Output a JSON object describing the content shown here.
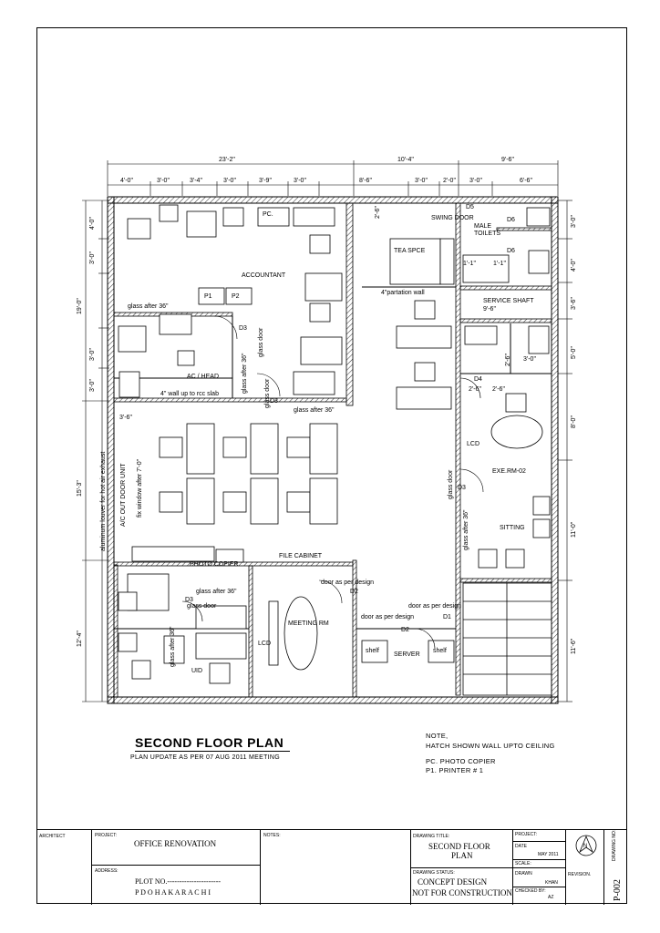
{
  "plan": {
    "title": "SECOND FLOOR PLAN",
    "subtitle": "PLAN UPDATE AS PER 07 AUG 2011 MEETING",
    "notes": {
      "heading": "NOTE,",
      "line1": "HATCH SHOWN WALL UPTO CEILING",
      "legend1": "PC.   PHOTO COPIER",
      "legend2": "P1.    PRINTER # 1"
    },
    "top_dims_major": [
      "23'-2\"",
      "10'-4\"",
      "9'-6\""
    ],
    "top_dims_minor": [
      "4'-0\"",
      "3'-0\"",
      "3'-4\"",
      "3'-0\"",
      "3'-9\"",
      "3'-0\"",
      "8'-6\"",
      "3'-0\"",
      "2'-0\"",
      "3'-0\"",
      "6'-6\""
    ],
    "left_dims": [
      "4'-0\"",
      "3'-0\"",
      "19'-0\"",
      "3'-0\"",
      "3'-0\"",
      "15'-3\"",
      "12'-4\""
    ],
    "right_dims": [
      "3'-0\"",
      "4'-0\"",
      "3'-6\"",
      "5'-0\"",
      "8'-0\"",
      "11'-0\"",
      "11'-6\""
    ],
    "rooms": {
      "accountant": "ACCOUNTANT",
      "ac_head": "AC / HEAD",
      "pc": "PC.",
      "p1": "P1",
      "p2": "P2",
      "tea": "TEA SPCE",
      "male_toilets": "MALE TOILETS",
      "service_shaft": "SERVICE SHAFT",
      "exe_rm": "EXE.RM-02",
      "sitting": "SITTING",
      "lcd1": "LCD",
      "lcd2": "LCD",
      "photo_copier": "PHOTO COPIER",
      "file_cabinet": "FILE CABINET",
      "meeting": "MEETING RM",
      "server": "SERVER",
      "shelf1": "shelf",
      "shelf2": "shelf",
      "uid": "UID"
    },
    "annotations": {
      "swing_door": "SWING DOOR",
      "d5": "D5",
      "d6a": "D6",
      "d6b": "D6",
      "d4": "D4",
      "d3a": "D3",
      "d3b": "D3",
      "d3c": "D3",
      "d3d": "D3",
      "d2a": "D2",
      "d2b": "D2",
      "d1": "D1",
      "glass_after_1": "glass after 36\"",
      "glass_after_2": "glass after 36\"",
      "glass_after_3": "glass after 36\"",
      "glass_after_4": "glass after 36\"",
      "glass_after_5": "glass after 36\"",
      "glass_after_6": "glass after 36\"",
      "glass_door_1": "glass door",
      "glass_door_2": "glass door",
      "glass_door_3": "glass door",
      "glass_door_4": "glass door",
      "wall_rcc": "4\" wall up to rcc slab",
      "partition_wall": "4\"partation wall",
      "ac_out_door": "A/C OUT DOOR UNIT",
      "fix_window": "fix window after 7'-0\"",
      "louver": "aluminum louver for hot air exhaust",
      "door_design_1": "door as per design",
      "door_design_2": "door as per design",
      "door_design_3": "door as per design",
      "toilet_d1": "1'-1\"",
      "toilet_d2": "1'-1\"",
      "dim_2_6a": "2'-6\"",
      "dim_2_6b": "2'-6\"",
      "dim_2_6c": "2'-6\"",
      "dim_9_6": "9'-6\"",
      "dim_3_0": "3'-0\"",
      "dim_3_6": "3'-6\"",
      "dim_2_6d": "2'-6\""
    }
  },
  "title_block": {
    "architect_label": "ARCHITECT",
    "project_label": "PROJECT:",
    "project_value": "OFFICE RENOVATION",
    "address_label": "ADDRESS:",
    "address_line1": "PLOT NO.----------------------",
    "address_line2": "P D O H A   K A R A C H I",
    "notes_label": "NOTES:",
    "drawing_title_label": "DRAWING TITLE:",
    "drawing_title_1": "SECOND  FLOOR",
    "drawing_title_2": "PLAN",
    "drawing_status_label": "DRAWING STATUS:",
    "status_1": "CONCEPT DESIGN",
    "status_2": "NOT FOR CONSTRUCTION",
    "project_no_label": "PROJECT:",
    "date_label": "DATE",
    "date_value": "MAY 2011",
    "scale_label": "SCALE:",
    "drawn_label": "DRAWN",
    "drawn_value": "KHAN",
    "checked_label": "CHECKED BY:",
    "checked_value": "AZ",
    "revision_label": "REVISION.",
    "north": "N",
    "drawing_no_label": "DRAWING NO:",
    "drawing_no": "P-002"
  }
}
